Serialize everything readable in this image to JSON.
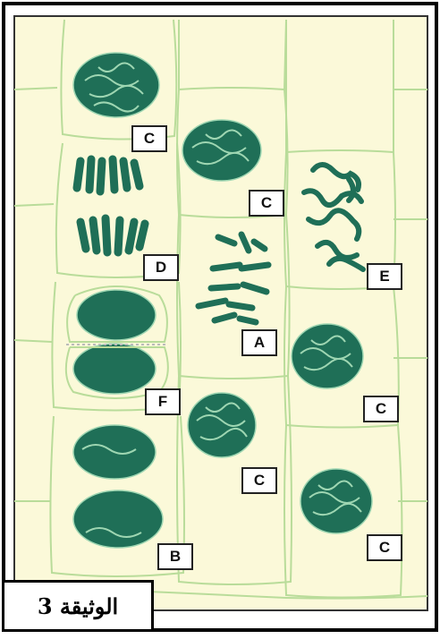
{
  "figure": {
    "document_label": "الوثيقة 3",
    "cell_labels": {
      "c1": "C",
      "c2": "C",
      "c3": "C",
      "c4": "C",
      "c5": "C",
      "d": "D",
      "e": "E",
      "a": "A",
      "f": "F",
      "b": "B"
    },
    "colors": {
      "background": "#fbf9d9",
      "cell_wall": "#b9dc9a",
      "chromatin": "#1f6f57",
      "chromatin_light": "#9ed6b2",
      "frame": "#000000"
    }
  }
}
